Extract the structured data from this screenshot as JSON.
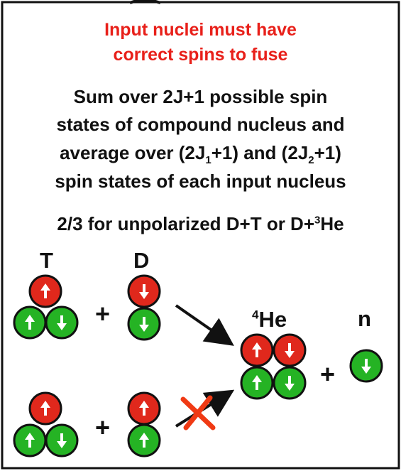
{
  "heading": {
    "line1": "Input nuclei must have",
    "line2": "correct spins to fuse",
    "color": "#e8201a"
  },
  "body": {
    "line1": "Sum over 2J+1 possible spin",
    "line2": "states of compound nucleus and",
    "line3_a": "average over (2J",
    "line3_sub1": "1",
    "line3_b": "+1) and (2J",
    "line3_sub2": "2",
    "line3_c": "+1)",
    "line4": "spin states of each input nucleus"
  },
  "note": {
    "text_a": "2/3 for unpolarized D+T or D+",
    "sup": "3",
    "text_b": "He"
  },
  "labels": {
    "triton": "T",
    "deuteron": "D",
    "helium_sup": "4",
    "helium": "He",
    "neutron": "n",
    "plus": "+"
  },
  "colors": {
    "proton": "#e0281c",
    "neutron": "#25b324",
    "outline": "#111111",
    "cross": "#f03a14"
  }
}
